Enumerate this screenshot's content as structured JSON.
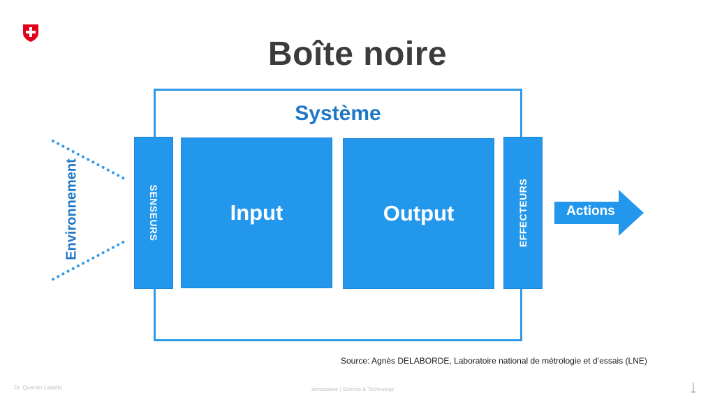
{
  "title": "Boîte noire",
  "diagram": {
    "system_label": "Système",
    "sensors_label": "SENSEURS",
    "input_label": "Input",
    "output_label": "Output",
    "effectors_label": "EFFECTEURS",
    "environment_label": "Environnement",
    "actions_label": "Actions"
  },
  "source": "Source: Agnès DELABORDE, Laboratoire national de métrologie et d’essais (LNE)",
  "footer": {
    "author": "Dr. Quentin Ladetto",
    "center": "armasuisse  |  Science & Technology"
  },
  "colors": {
    "accent": "#2297ec",
    "accent_dark": "#1f78c6",
    "title": "#3c3c3c",
    "swiss_red": "#e2001a"
  },
  "icons": {
    "logo": "swiss-cross-shield-icon",
    "footer_right": "tower-icon"
  }
}
